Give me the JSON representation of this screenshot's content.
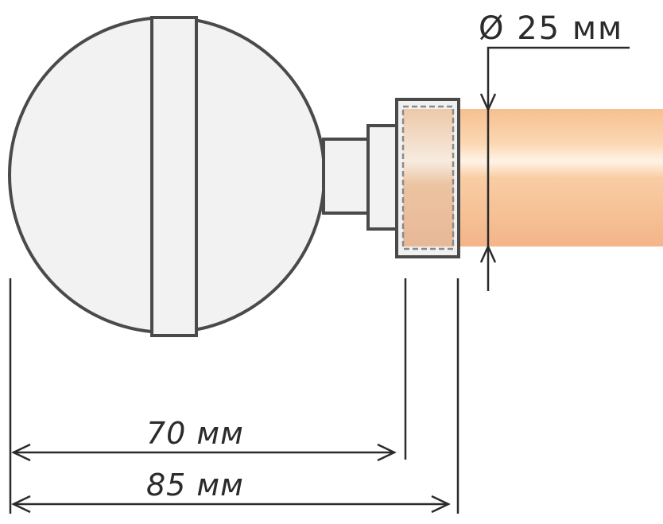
{
  "diameter_label": "Ø 25 мм",
  "dim_inner_label": "70 мм",
  "dim_outer_label": "85 мм",
  "colors": {
    "outline": "#4a4a4a",
    "finial_fill": "#f2f2f2",
    "rod_light": "#f9d2a8",
    "rod_dark": "#f4b88a",
    "dim_line": "#2b2b2b"
  }
}
